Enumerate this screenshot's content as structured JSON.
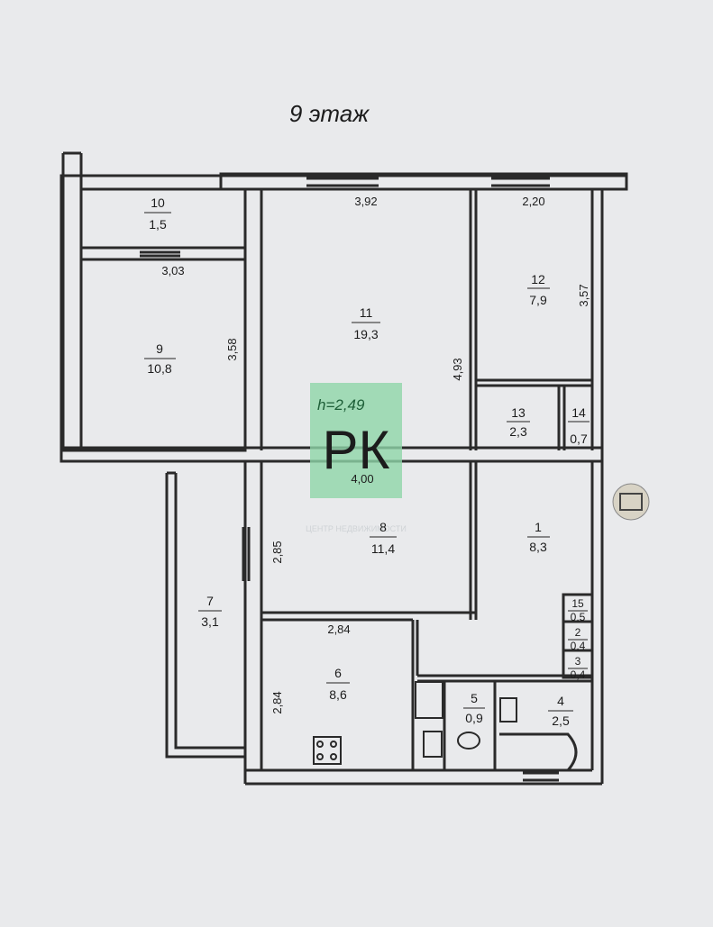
{
  "floor_title": "9 этаж",
  "ceiling_height": "h=2,49",
  "watermark": {
    "logo": "РК",
    "caption": "ЦЕНТР НЕДВИЖИМОСТИ"
  },
  "rooms": [
    {
      "id": "10",
      "area": "1,5"
    },
    {
      "id": "9",
      "area": "10,8"
    },
    {
      "id": "11",
      "area": "19,3"
    },
    {
      "id": "12",
      "area": "7,9"
    },
    {
      "id": "13",
      "area": "2,3"
    },
    {
      "id": "14",
      "area": "0,7"
    },
    {
      "id": "8",
      "area": "11,4"
    },
    {
      "id": "1",
      "area": "8,3"
    },
    {
      "id": "7",
      "area": "3,1"
    },
    {
      "id": "6",
      "area": "8,6"
    },
    {
      "id": "15",
      "area": "0,5"
    },
    {
      "id": "2",
      "area": "0,4"
    },
    {
      "id": "3",
      "area": "0,4"
    },
    {
      "id": "5",
      "area": "0,9"
    },
    {
      "id": "4",
      "area": "2,5"
    }
  ],
  "dimensions": [
    "3,92",
    "2,20",
    "3,03",
    "3,58",
    "4,93",
    "3,57",
    "4,00",
    "2,85",
    "2,84",
    "2,84"
  ],
  "colors": {
    "wall": "#2a2a2a",
    "paper": "#e9eaec",
    "watermark_green": "#8fd6a9"
  }
}
